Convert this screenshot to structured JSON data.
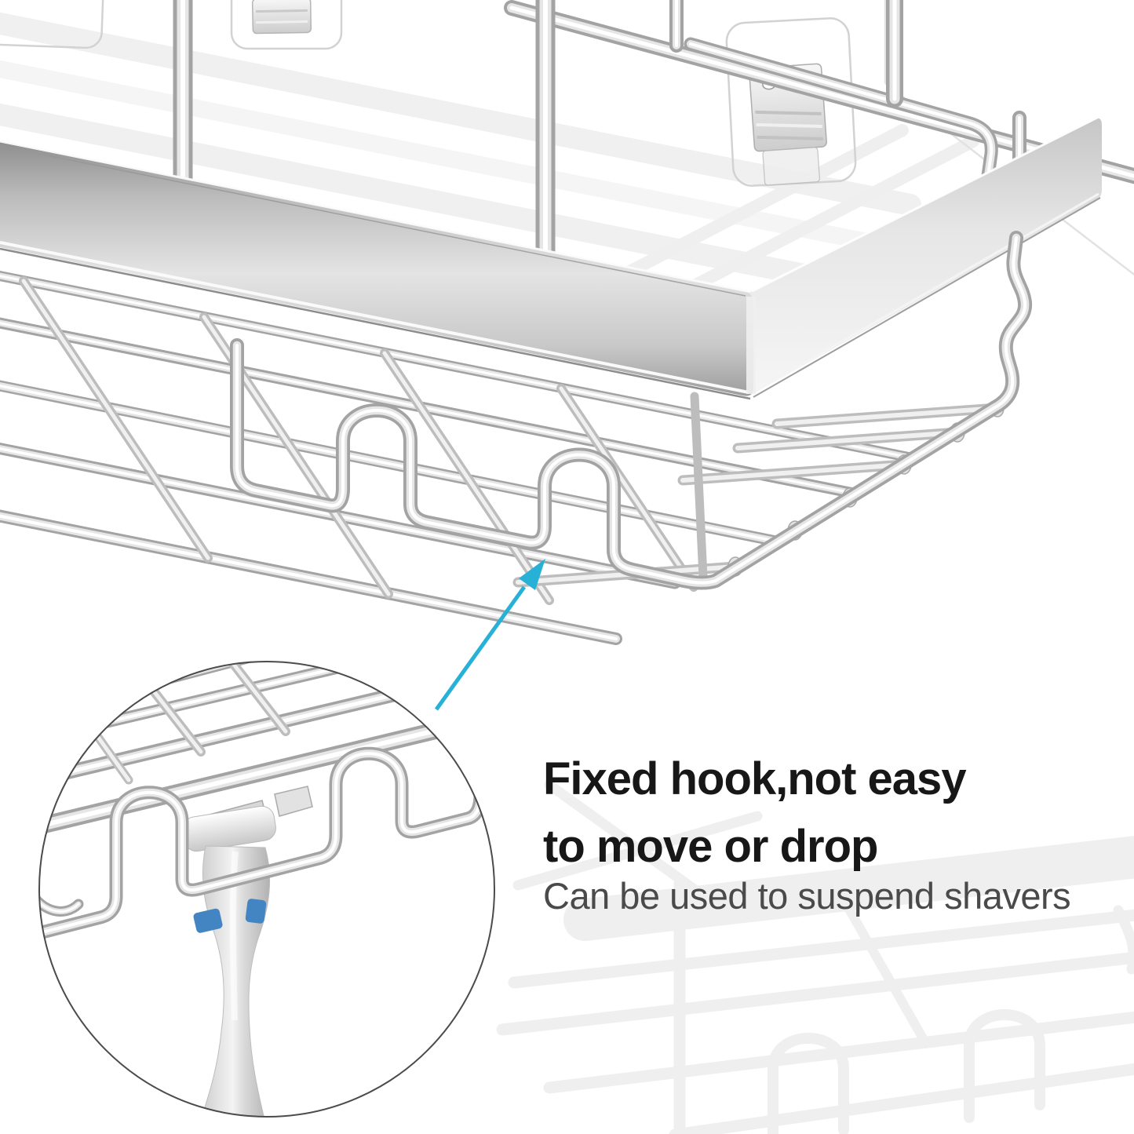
{
  "page": {
    "background_color": "#ffffff"
  },
  "product_photo": {
    "colors": {
      "chrome_highlight": "#ffffff",
      "chrome_light": "#e6e6e6",
      "chrome_mid": "#c4c4c4",
      "chrome_shadow": "#a3a3a3",
      "band_light": "#e4e4e4",
      "band_dark": "#8e8e8e"
    }
  },
  "callout": {
    "heading_line1": "Fixed hook,not easy",
    "heading_line2": "to move or drop",
    "subheading": "Can be used to suspend shavers",
    "colors": {
      "heading_text": "#171717",
      "subheading_text": "#4a4a4a",
      "arrow": "#27b1d7"
    }
  },
  "inset": {
    "colors": {
      "border": "#4b4b4b",
      "razor_grip_accent": "#4285c2"
    }
  }
}
